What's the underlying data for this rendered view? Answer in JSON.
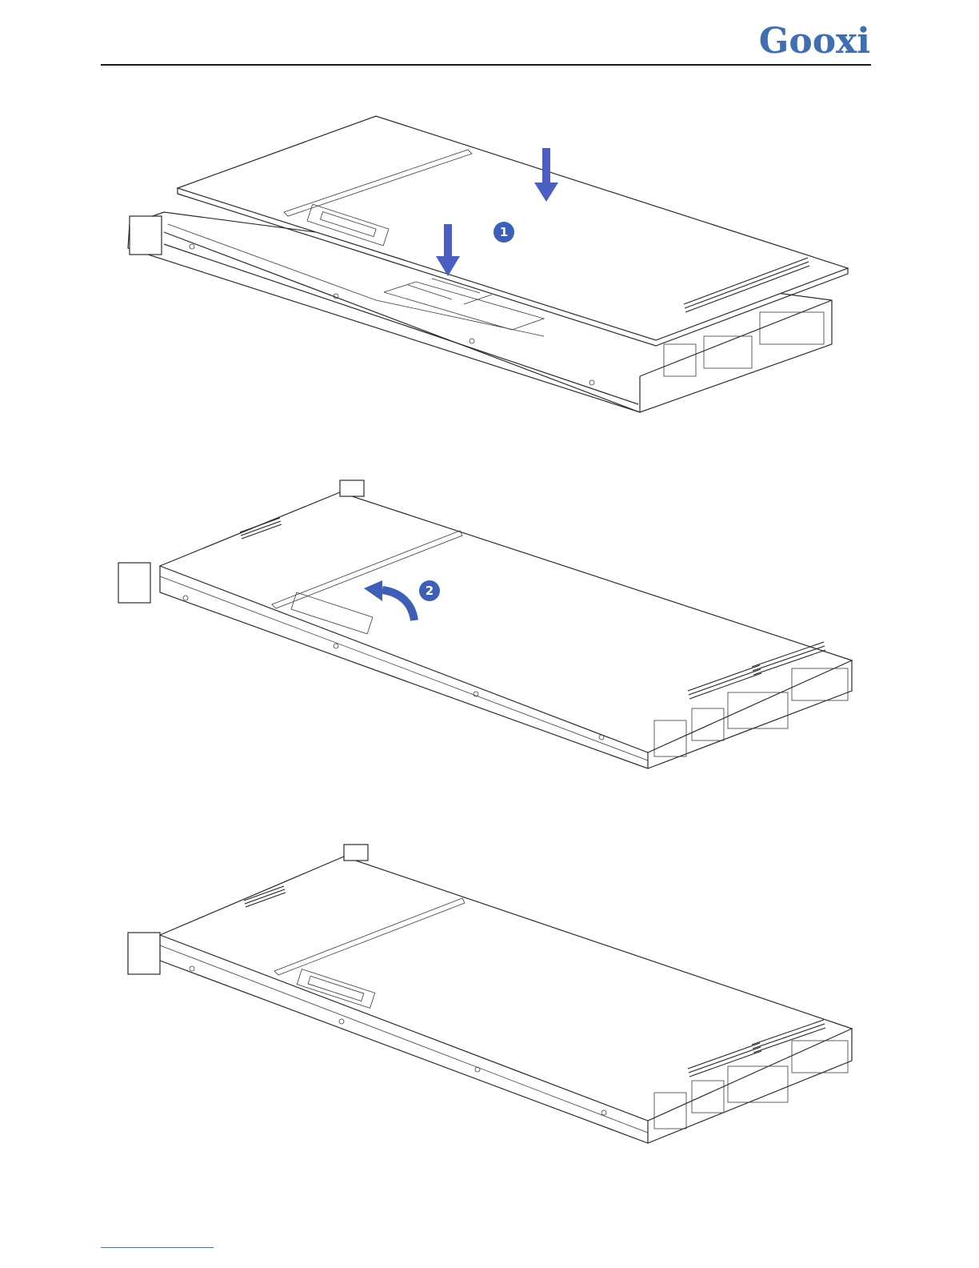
{
  "header": {
    "logo_text": "Gooxi",
    "brand_color": "#3f6fb0"
  },
  "figures": [
    {
      "id": "step-1",
      "arrow_color": "#4a5fc1",
      "markers": [
        {
          "number": "1"
        }
      ],
      "icons": [
        "down-arrow-icon",
        "down-arrow-icon"
      ]
    },
    {
      "id": "step-2",
      "arrow_color": "#4a5fc1",
      "markers": [
        {
          "number": "2"
        }
      ],
      "icons": [
        "curved-arrow-icon"
      ]
    },
    {
      "id": "step-3",
      "markers": [],
      "icons": []
    }
  ]
}
